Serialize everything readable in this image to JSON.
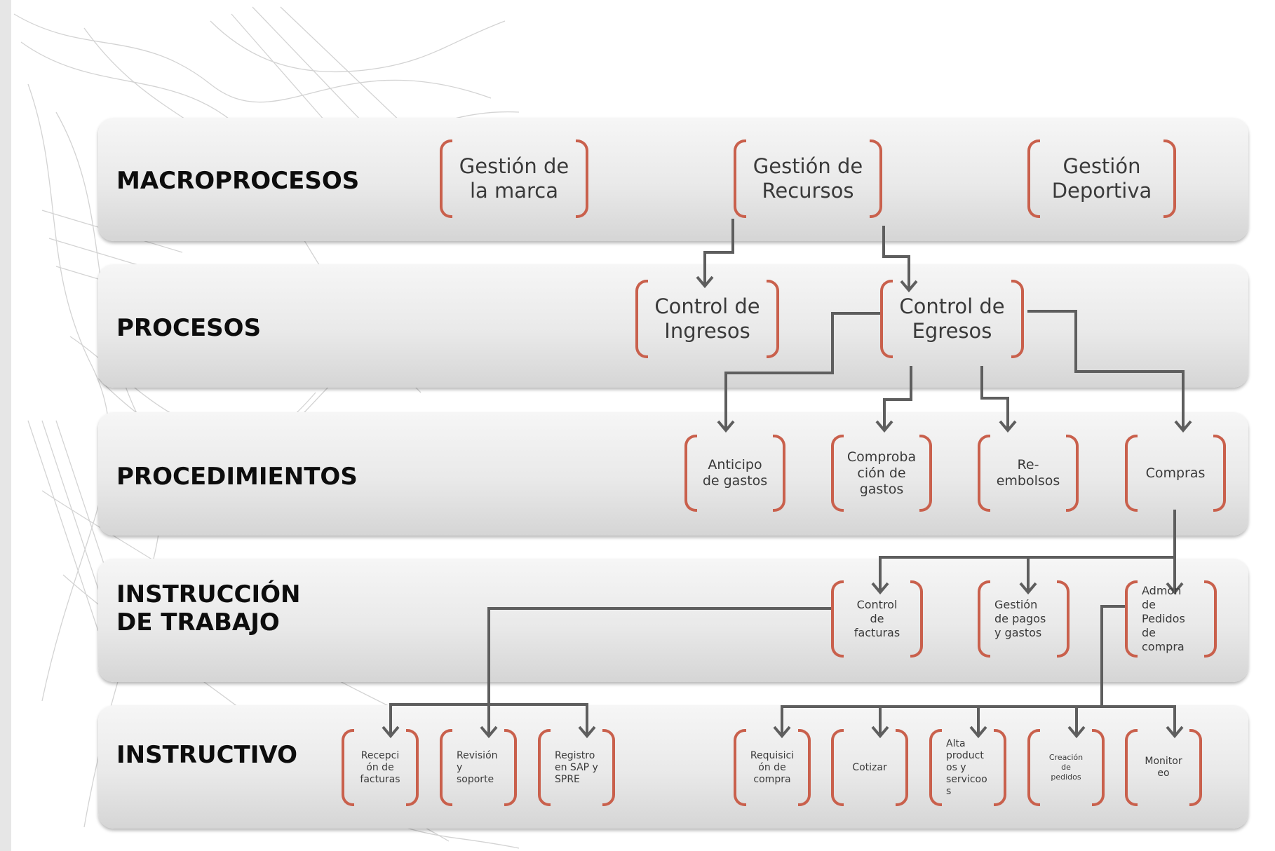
{
  "levels": {
    "macro": "MACROPROCESOS",
    "procesos": "PROCESOS",
    "procedimientos": "PROCEDIMIENTOS",
    "instruccion": "INSTRUCCIÓN\nDE TRABAJO",
    "instructivo": "INSTRUCTIVO"
  },
  "macro": {
    "marca": "Gestión de\nla marca",
    "recursos": "Gestión de\nRecursos",
    "deportiva": "Gestión\nDeportiva"
  },
  "procesos": {
    "ingresos": "Control de\nIngresos",
    "egresos": "Control de\nEgresos"
  },
  "procedimientos": {
    "anticipo": "Anticipo\nde gastos",
    "comprobacion": "Comproba\nción de\ngastos",
    "reembolsos": "Re-\nembolsos",
    "compras": "Compras"
  },
  "instruccion": {
    "control_facturas": "Control\nde\nfacturas",
    "gestion_pagos": "Gestión\nde pagos\ny gastos",
    "admon_pedidos": "Admon\nde\nPedidos\nde\ncompra"
  },
  "instructivo": {
    "recepcion": "Recepci\nón de\nfacturas",
    "revision": "Revisión\ny\nsoporte",
    "registro": "Registro\nen SAP y\nSPRE",
    "requisicion": "Requisici\nón de\ncompra",
    "cotizar": "Cotizar",
    "alta": "Alta\nproduct\nos y\nservicoo\ns",
    "creacion": "Creación\nde\npedidos",
    "monitoreo": "Monitor\neo"
  },
  "colors": {
    "bracket": "#c9604c",
    "connector": "#5e5e5e",
    "band_top": "#f6f6f6",
    "band_bottom": "#d5d5d5",
    "label": "#0d0d0d",
    "node_text": "#3a3a3a"
  }
}
